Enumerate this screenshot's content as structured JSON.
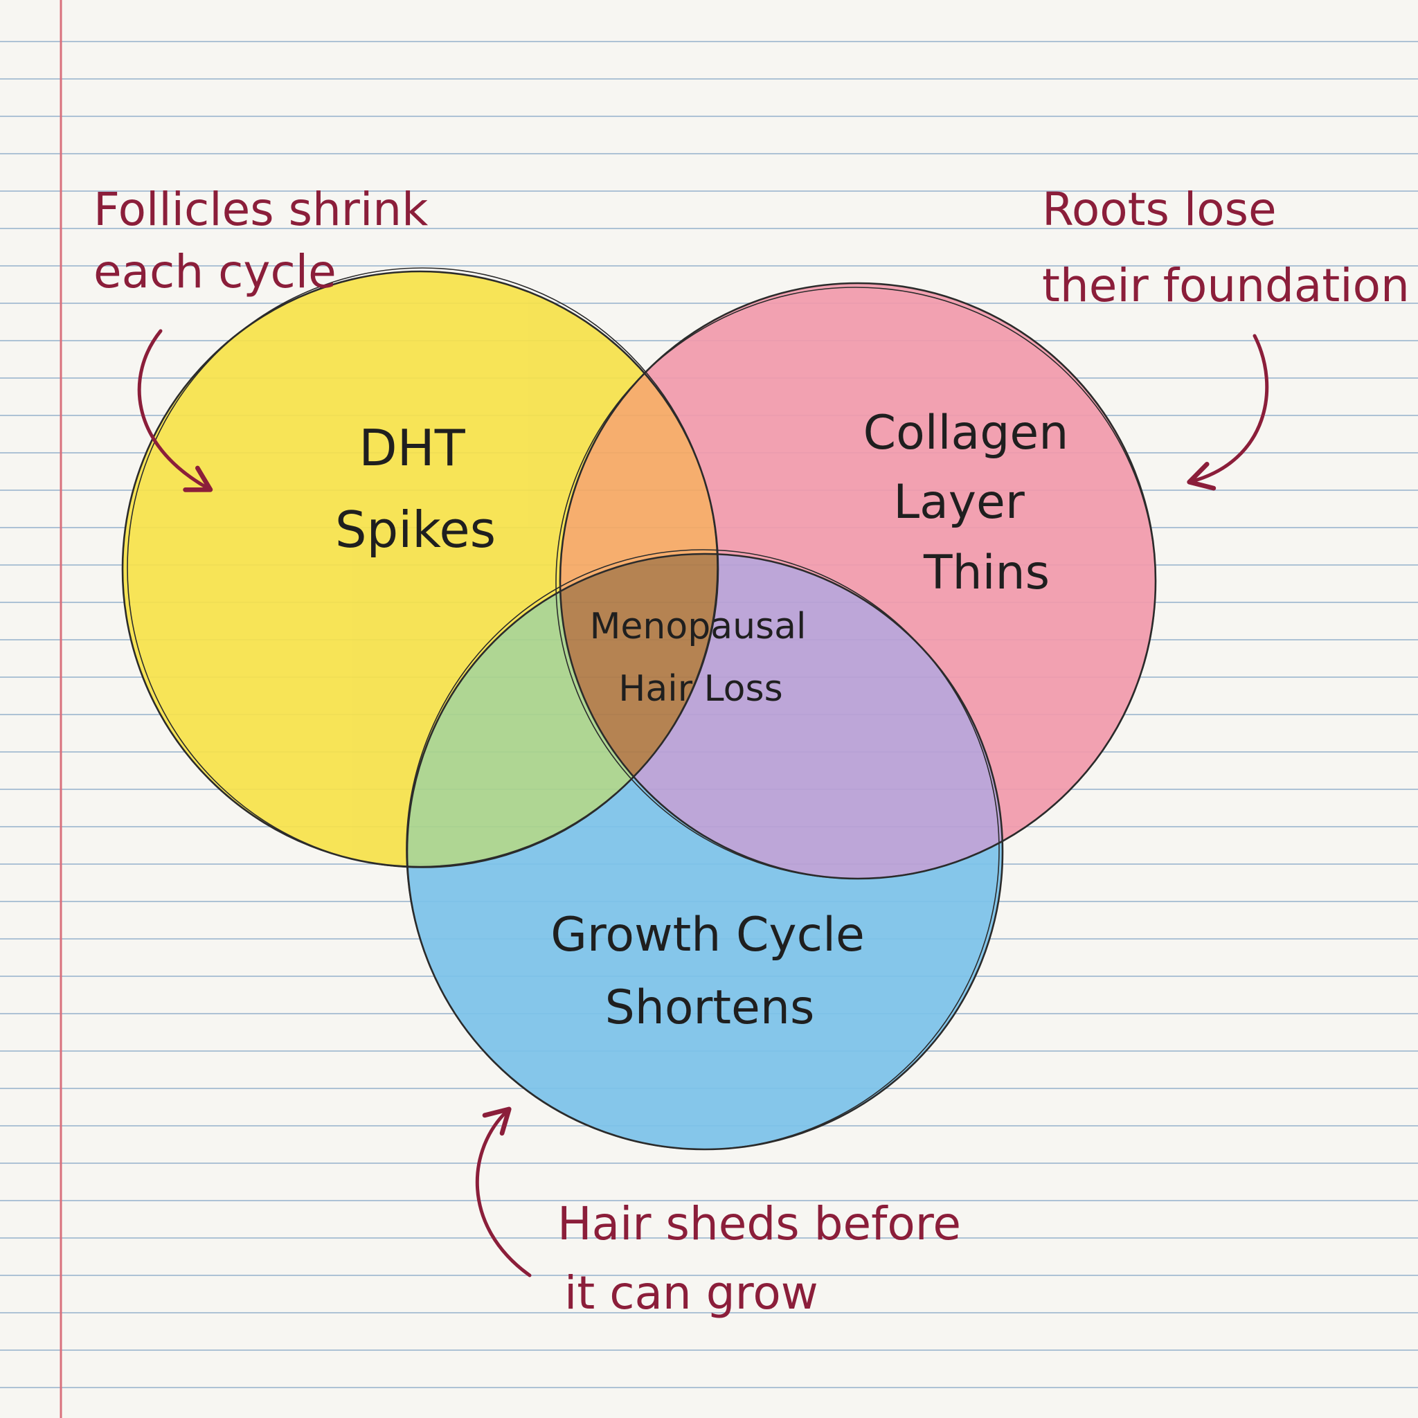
{
  "colors": {
    "paper": "#f7f6f2",
    "rule_lines": "#9bb6cf",
    "margin_line": "#d9707c",
    "yellow": "#f6e24a",
    "pink": "#f29aac",
    "blue": "#7cc3ea",
    "center": "#b07a45",
    "annotation_ink": "#8b1e3a",
    "outline_ink": "#2b2b2b"
  },
  "diagram": {
    "sets": [
      {
        "id": "dht",
        "line1": "DHT",
        "line2": "Spikes",
        "color": "yellow"
      },
      {
        "id": "collagen",
        "line1": "Collagen",
        "line2": "Layer",
        "line3": "Thins",
        "color": "pink"
      },
      {
        "id": "growth",
        "line1": "Growth Cycle",
        "line2": "Shortens",
        "color": "blue"
      }
    ],
    "center": {
      "line1": "Menopausal",
      "line2": "Hair Loss"
    }
  },
  "annotations": {
    "top_left": {
      "line1": "Follicles shrink",
      "line2": "each cycle"
    },
    "top_right": {
      "line1": "Roots lose",
      "line2": "their foundation"
    },
    "bottom": {
      "line1": "Hair sheds before",
      "line2": "it can grow"
    }
  }
}
